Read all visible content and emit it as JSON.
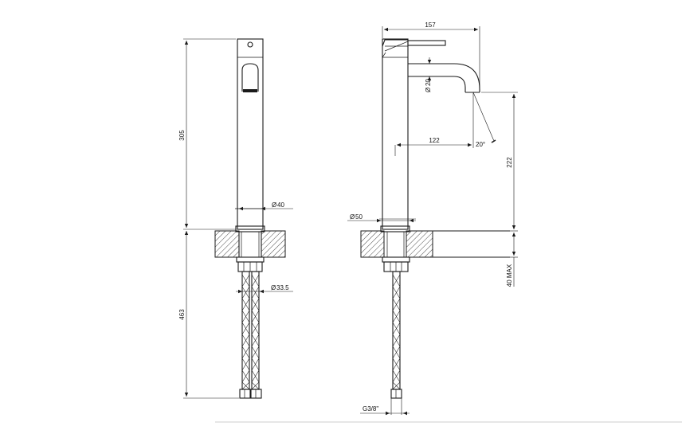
{
  "drawing": {
    "front_view": {
      "dim_height_body": "305",
      "dim_body_diameter": "40",
      "dim_hose_diameter": "33.5",
      "dim_hose_length": "463",
      "diameter_symbol": "Ø"
    },
    "side_view": {
      "dim_reach_total": "157",
      "dim_spout_diameter": "20",
      "dim_spout_reach": "122",
      "dim_angle": "20°",
      "dim_spout_height": "222",
      "dim_base_diameter": "50",
      "dim_deck_thickness": "40 MAX",
      "dim_thread": "G3/8\"",
      "diameter_symbol": "Ø"
    }
  }
}
